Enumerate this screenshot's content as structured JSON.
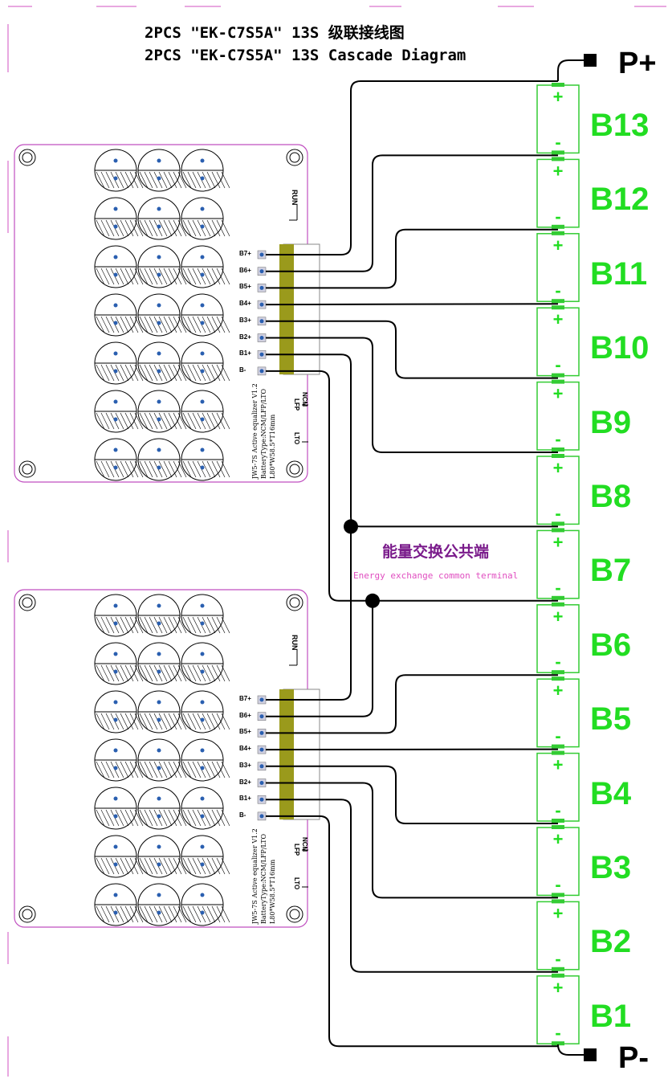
{
  "title": {
    "line1": "2PCS \"EK-C7S5A\"  13S 级联接线图",
    "line2": "2PCS \"EK-C7S5A\"  13S Cascade Diagram"
  },
  "terminals": {
    "positive": "P+",
    "negative": "P-"
  },
  "cells": [
    "B13",
    "B12",
    "B11",
    "B10",
    "B9",
    "B8",
    "B7",
    "B6",
    "B5",
    "B4",
    "B3",
    "B2",
    "B1"
  ],
  "cell_polarity": {
    "plus": "+",
    "minus": "-"
  },
  "common_terminal": {
    "label_cn": "能量交换公共端",
    "label_en": "Energy exchange common terminal"
  },
  "boards": [
    {
      "pins": [
        "B7+",
        "B6+",
        "B5+",
        "B4+",
        "B3+",
        "B2+",
        "B1+",
        "B-"
      ],
      "info_lines": [
        "JW5-7S Active equalizer V1.2",
        "BatteryType:NCM/LFP/LTO",
        "L80*W58.5*T16mm"
      ],
      "run_label": "RUN",
      "ncm_label": "NCM",
      "lfp_label": "LFP",
      "lto_label": "LTO"
    },
    {
      "pins": [
        "B7+",
        "B6+",
        "B5+",
        "B4+",
        "B3+",
        "B2+",
        "B1+",
        "B-"
      ],
      "info_lines": [
        "JW5-7S Active equalizer V1.2",
        "BatteryType:NCM/LFP/LTO",
        "L80*W58.5*T16mm"
      ],
      "run_label": "RUN",
      "ncm_label": "NCM",
      "lfp_label": "LFP",
      "lto_label": "LTO"
    }
  ],
  "colors": {
    "cell_border": "#33cc33",
    "cell_text": "#22dd22",
    "board_outline": "#c04fc0",
    "connector": "#9a9a1c",
    "wire": "#000000",
    "center_cn": "#7a1b8b",
    "center_en": "#e04ec0"
  }
}
